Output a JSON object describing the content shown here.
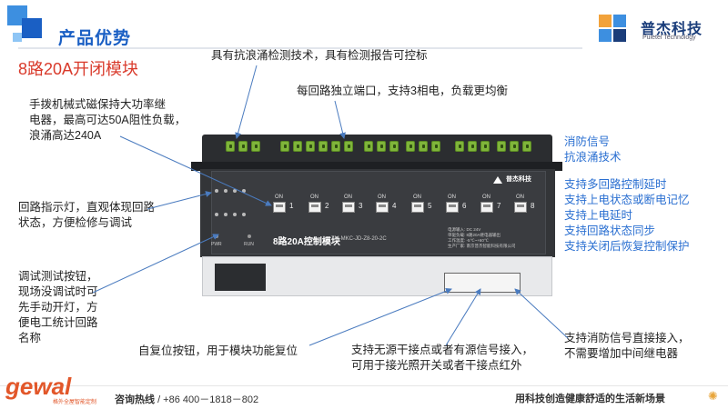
{
  "header": {
    "title": "产品优势",
    "subtitle": "8路20A开闭模块"
  },
  "logo": {
    "name": "普杰科技",
    "sub": "Puietel Technology"
  },
  "annotations": {
    "surge": "具有抗浪涌检测技术，具有检测报告可控标",
    "ports": "每回路独立端口，支持3相电，负载更均衡",
    "relay": "手拨机械式磁保持大功率继\n电器，最高可达50A阻性负载，\n浪涌高达240A",
    "indicator": "回路指示灯，直观体现回路\n状态，方便检修与调试",
    "debug": "调试测试按钮，\n现场没调试时可\n先手动开灯，方\n便电工统计回路\n名称",
    "reset": "自复位按钮，用于模块功能复位",
    "dry_contact": "支持无源干接点或者有源信号接入，\n可用于接光照开关或者干接点红外",
    "fire_input": "支持消防信号直接接入，\n不需要增加中间继电器"
  },
  "features": [
    "消防信号",
    "抗浪涌技术",
    "支持多回路控制延时",
    "支持上电状态或断电记忆",
    "支持上电延时",
    "支持回路状态同步",
    "支持关闭后恢复控制保护"
  ],
  "device": {
    "model": "8路20A控制模块",
    "code": "ZM-MKC-JD-Z8-20-2C",
    "brand": "普杰科技",
    "on_label": "ON",
    "channels": [
      "1",
      "2",
      "3",
      "4",
      "5",
      "6",
      "7",
      "8"
    ],
    "pwr": "PWR",
    "run": "RUN",
    "spec": "电源输入: DC 24V\n单驱负载: 8路20A继电器输出\n工作温度: -5℃~+60℃\n生产厂家: 南京普杰智能科技有限公司"
  },
  "footer": {
    "brand": "gewal",
    "brand_sub": "格外全屋智能定制",
    "hotline_label": "咨询热线",
    "hotline_number": "/ +86 400－1818－802",
    "slogan": "用科技创造健康舒适的生活新场景"
  },
  "colors": {
    "accent_blue": "#1a5fc4",
    "subtitle_red": "#d93a2b",
    "feature_blue": "#2a6fd1",
    "brand_orange": "#e2572a",
    "terminal_green": "#7fb53a"
  }
}
